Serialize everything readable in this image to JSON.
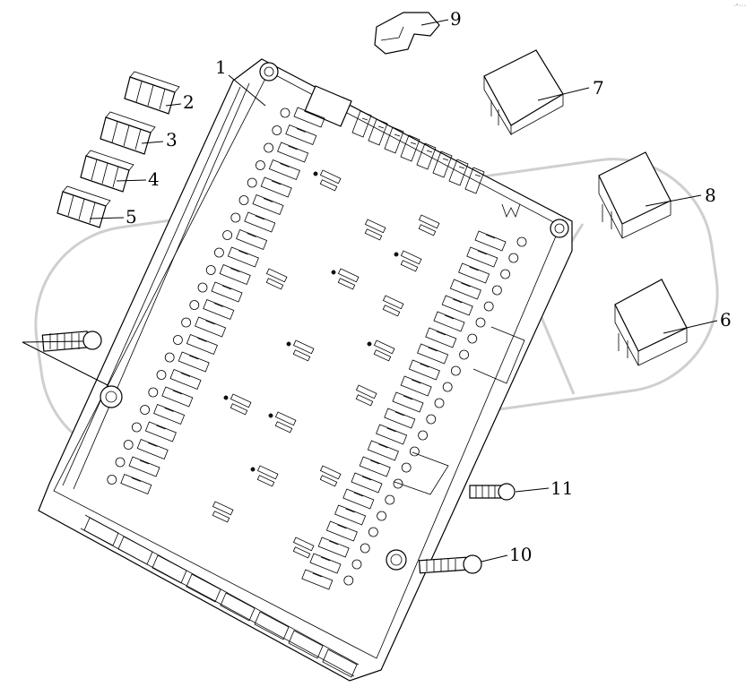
{
  "callouts": [
    {
      "id": "1",
      "label": "1"
    },
    {
      "id": "2",
      "label": "2"
    },
    {
      "id": "3",
      "label": "3"
    },
    {
      "id": "4",
      "label": "4"
    },
    {
      "id": "5",
      "label": "5"
    },
    {
      "id": "6",
      "label": "6"
    },
    {
      "id": "7",
      "label": "7"
    },
    {
      "id": "8",
      "label": "8"
    },
    {
      "id": "9",
      "label": "9"
    },
    {
      "id": "10",
      "label": "10"
    },
    {
      "id": "11",
      "label": "11"
    }
  ],
  "corner_mark": "◦°◦◦◦",
  "colors": {
    "line": "#000000",
    "background": "#ffffff",
    "watermark": "#cfcfcf"
  }
}
